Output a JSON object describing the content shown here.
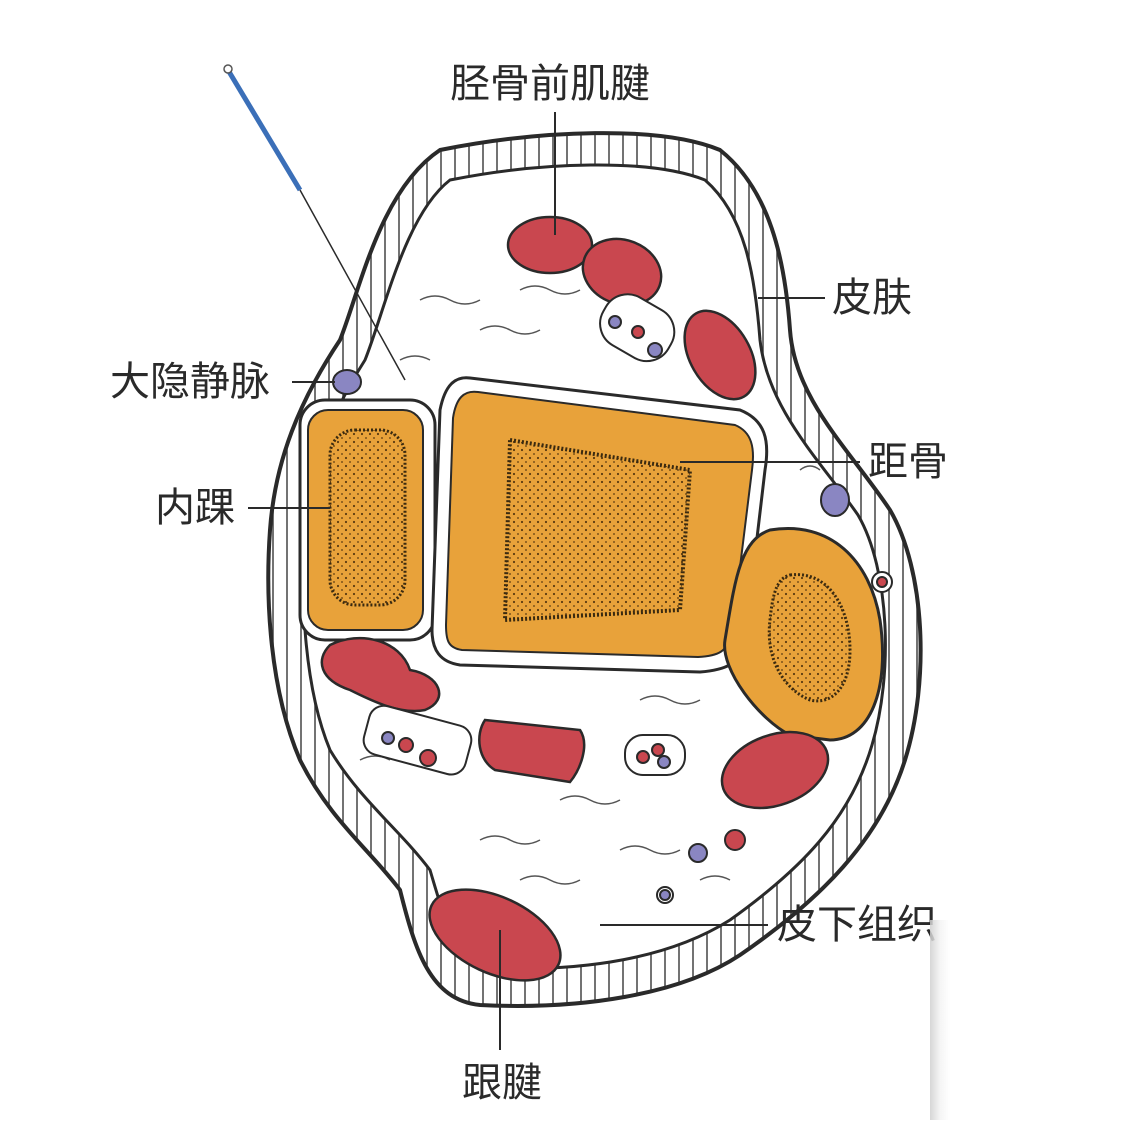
{
  "labels": {
    "tibialis_anterior_tendon": "胫骨前肌腱",
    "skin": "皮肤",
    "great_saphenous_vein": "大隐静脉",
    "talus": "距骨",
    "medial_malleolus": "内踝",
    "subcutaneous_tissue": "皮下组织",
    "achilles_tendon": "跟腱"
  },
  "colors": {
    "bone": "#e8a23a",
    "tendon": "#c9474f",
    "vein": "#8a86c2",
    "needle": "#3b6fb8",
    "outline": "#2a2a2a"
  }
}
